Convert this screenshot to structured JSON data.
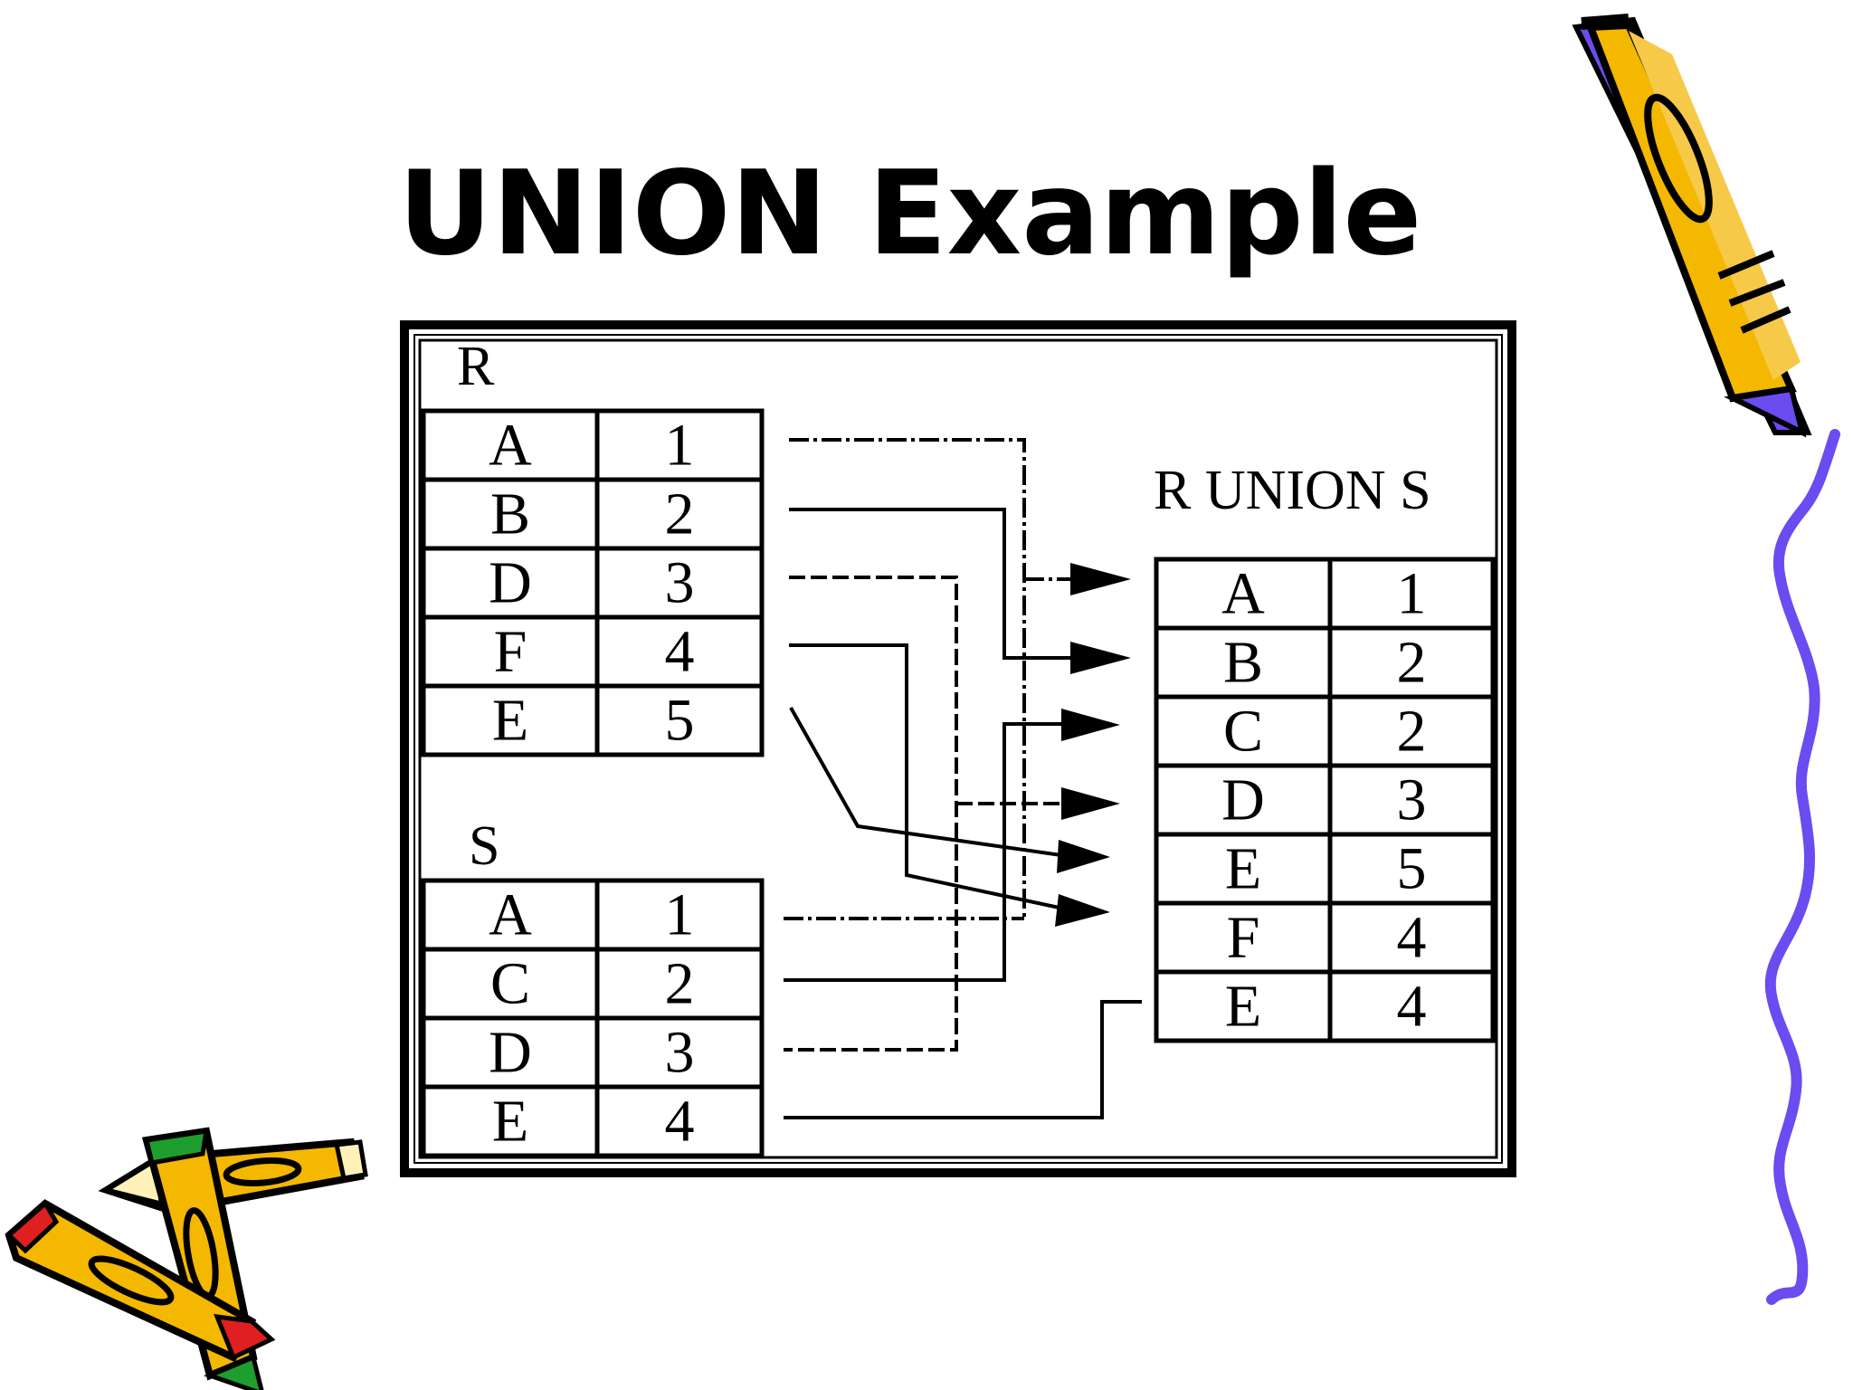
{
  "slide": {
    "title": "UNION Example"
  },
  "diagram": {
    "relation_r": {
      "label": "R",
      "rows": [
        [
          "A",
          "1"
        ],
        [
          "B",
          "2"
        ],
        [
          "D",
          "3"
        ],
        [
          "F",
          "4"
        ],
        [
          "E",
          "5"
        ]
      ]
    },
    "relation_s": {
      "label": "S",
      "rows": [
        [
          "A",
          "1"
        ],
        [
          "C",
          "2"
        ],
        [
          "D",
          "3"
        ],
        [
          "E",
          "4"
        ]
      ]
    },
    "result": {
      "label": "R UNION S",
      "rows": [
        [
          "A",
          "1"
        ],
        [
          "B",
          "2"
        ],
        [
          "C",
          "2"
        ],
        [
          "D",
          "3"
        ],
        [
          "E",
          "5"
        ],
        [
          "F",
          "4"
        ],
        [
          "E",
          "4"
        ]
      ]
    }
  },
  "decorations": {
    "pencil_colors": {
      "body": "#f5b800",
      "tip_purple": "#6a4cf0",
      "tip_green": "#1e9e2e",
      "tip_red": "#e02020",
      "outline": "#000000"
    },
    "squiggle_color": "#6a4cf0"
  }
}
